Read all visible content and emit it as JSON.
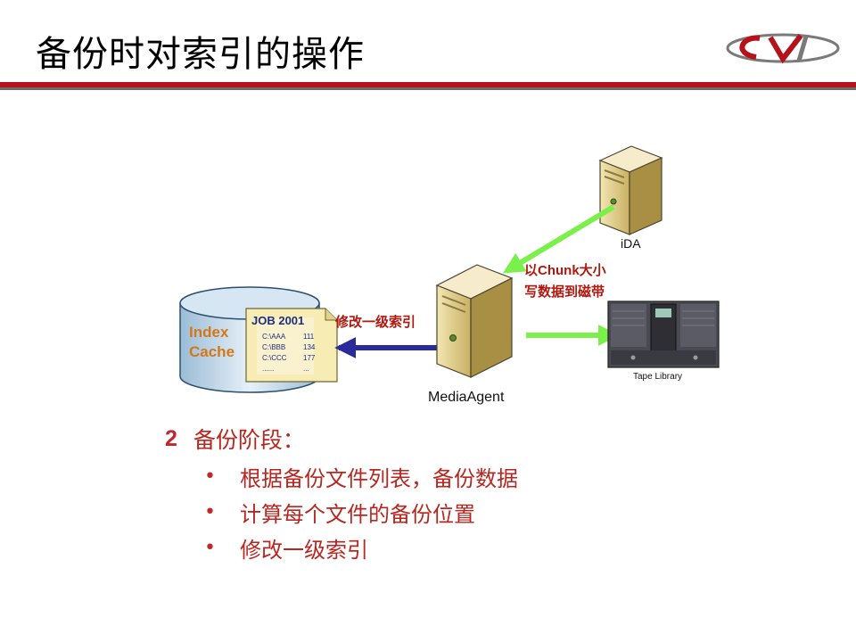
{
  "slide": {
    "title": "备份时对索引的操作"
  },
  "diagram": {
    "cache_line1": "Index",
    "cache_line2": "Cache",
    "doc_header": "JOB 2001",
    "doc_rows": [
      {
        "path": "C:\\AAA",
        "size": "111"
      },
      {
        "path": "C:\\BBB",
        "size": "134"
      },
      {
        "path": "C:\\CCC",
        "size": "177"
      },
      {
        "path": "......",
        "size": "..."
      }
    ],
    "label_modify_index": "修改一级索引",
    "label_chunk_line1": "以Chunk大小",
    "label_chunk_line2": "写数据到磁带",
    "ida_label": "iDA",
    "media_agent_label": "MediaAgent",
    "tape_library_label": "Tape Library",
    "colors": {
      "green_arrow": "#7cf04a",
      "blue_arrow": "#2b2a9a",
      "label_red": "#b0180e",
      "cache_text": "#d4771a",
      "server_body": "#e8d79a"
    }
  },
  "step": {
    "number": "2",
    "title": "备份阶段：",
    "items": [
      "根据备份文件列表，备份数据",
      "计算每个文件的备份位置",
      "修改一级索引"
    ]
  }
}
